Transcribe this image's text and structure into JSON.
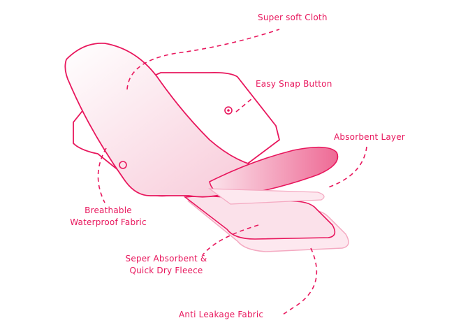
{
  "colors": {
    "accent": "#e8175d",
    "fill": "#f7c6d6"
  },
  "labels": {
    "cloth": "Super soft Cloth",
    "snap": "Easy Snap Button",
    "absorbent": "Absorbent Layer",
    "breathable_1": "Breathable",
    "breathable_2": "Waterproof Fabric",
    "fleece_1": "Seper Absorbent &",
    "fleece_2": "Quick Dry Fleece",
    "leakage": "Anti Leakage Fabric"
  }
}
